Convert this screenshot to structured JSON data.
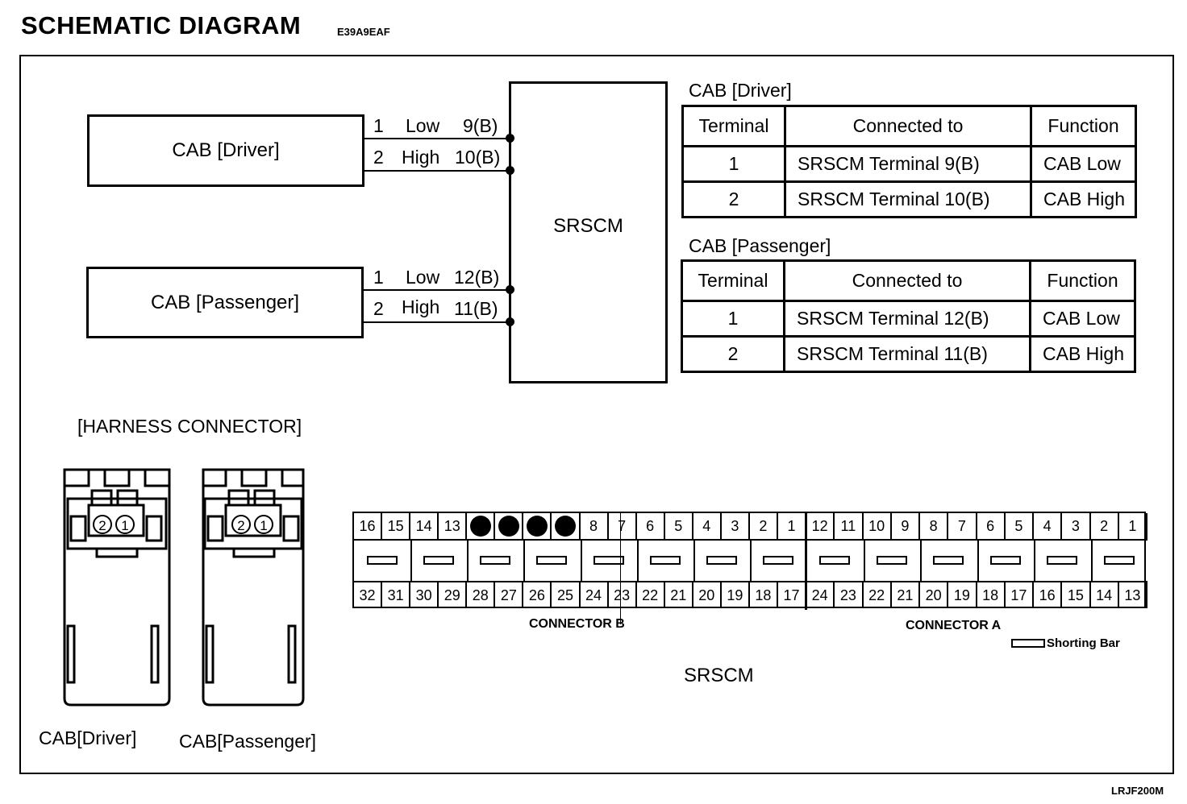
{
  "header": {
    "title": "SCHEMATIC DIAGRAM",
    "code": "E39A9EAF"
  },
  "figure_ref": "LRJF200M",
  "schematic": {
    "module_label": "SRSCM",
    "driver_box": "CAB [Driver]",
    "passenger_box": "CAB [Passenger]",
    "driver_wires": [
      {
        "pin": "1",
        "name": "Low",
        "term": "9(B)"
      },
      {
        "pin": "2",
        "name": "High",
        "term": "10(B)"
      }
    ],
    "passenger_wires": [
      {
        "pin": "1",
        "name": "Low",
        "term": "12(B)"
      },
      {
        "pin": "2",
        "name": "High",
        "term": "11(B)"
      }
    ]
  },
  "tables": {
    "driver": {
      "caption": "CAB [Driver]",
      "headers": [
        "Terminal",
        "Connected to",
        "Function"
      ],
      "rows": [
        [
          "1",
          "SRSCM Terminal 9(B)",
          "CAB Low"
        ],
        [
          "2",
          "SRSCM Terminal 10(B)",
          "CAB High"
        ]
      ]
    },
    "passenger": {
      "caption": "CAB [Passenger]",
      "headers": [
        "Terminal",
        "Connected to",
        "Function"
      ],
      "rows": [
        [
          "1",
          "SRSCM Terminal 12(B)",
          "CAB Low"
        ],
        [
          "2",
          "SRSCM Terminal 11(B)",
          "CAB High"
        ]
      ]
    }
  },
  "harness": {
    "heading": "[HARNESS CONNECTOR]",
    "driver_label": "CAB[Driver]",
    "passenger_label": "CAB[Passenger]",
    "pin_labels": [
      "2",
      "1"
    ]
  },
  "srscm_connector": {
    "connector_b_label": "CONNECTOR B",
    "connector_a_label": "CONNECTOR A",
    "shorting_bar_label": "Shorting Bar",
    "module_label": "SRSCM",
    "b_top": [
      "16",
      "15",
      "14",
      "13",
      "",
      "",
      "",
      "",
      "8",
      "7",
      "6",
      "5",
      "4",
      "3",
      "2",
      "1"
    ],
    "b_top_used": [
      false,
      false,
      false,
      false,
      true,
      true,
      true,
      true,
      false,
      false,
      false,
      false,
      false,
      false,
      false,
      false
    ],
    "b_bottom": [
      "32",
      "31",
      "30",
      "29",
      "28",
      "27",
      "26",
      "25",
      "24",
      "23",
      "22",
      "21",
      "20",
      "19",
      "18",
      "17"
    ],
    "a_top": [
      "12",
      "11",
      "10",
      "9",
      "8",
      "7",
      "6",
      "5",
      "4",
      "3",
      "2",
      "1"
    ],
    "a_bottom": [
      "24",
      "23",
      "22",
      "21",
      "20",
      "19",
      "18",
      "17",
      "16",
      "15",
      "14",
      "13"
    ]
  }
}
